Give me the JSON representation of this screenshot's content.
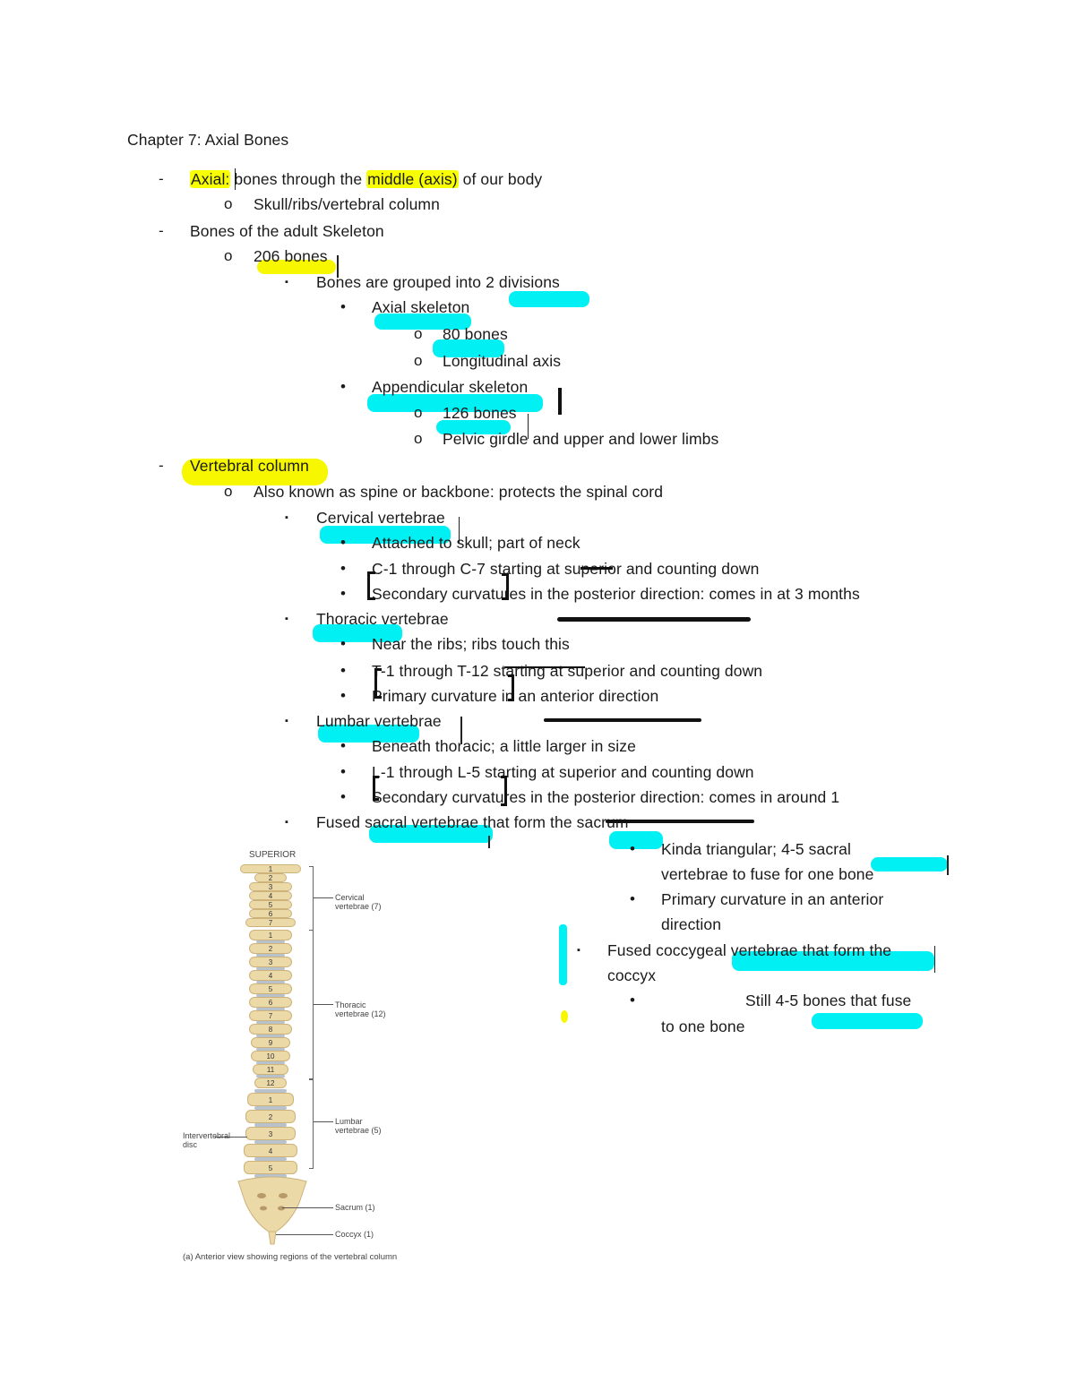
{
  "document": {
    "title": "Chapter 7: Axial Bones",
    "markers": {
      "dash": "-",
      "circle": "o",
      "square": "▪",
      "bullet": "•"
    },
    "sections": {
      "axial": {
        "term": "Axial:",
        "text_before": "bones through the ",
        "highlight": "middle (axis)",
        "text_after": " of our body",
        "sub": "Skull/ribs/vertebral column"
      },
      "adult_skeleton": {
        "heading": "Bones of the adult Skeleton",
        "count": "206 bones",
        "divisions": "Bones are grouped into 2 divisions",
        "axial_skeleton": {
          "label": "Axial skeleton",
          "items": [
            "80 bones",
            "Longitudinal axis"
          ]
        },
        "appendicular_skeleton": {
          "label": "Appendicular skeleton",
          "items": [
            "126 bones",
            "Pelvic girdle and upper and lower limbs"
          ]
        }
      },
      "vertebral_column": {
        "heading": "Vertebral column",
        "description": "Also known as spine or backbone: protects the spinal cord",
        "cervical": {
          "label": "Cervical vertebrae",
          "items": [
            "Attached to skull; part of neck",
            "C-1 through C-7 starting at superior and counting down",
            "Secondary curvatures in the posterior direction: comes in at 3 months"
          ]
        },
        "thoracic": {
          "label": "Thoracic vertebrae",
          "items": [
            "Near the ribs; ribs touch this",
            "T-1 through T-12 starting at superior and counting down",
            "Primary curvature in an anterior direction"
          ]
        },
        "lumbar": {
          "label": "Lumbar vertebrae",
          "items": [
            "Beneath thoracic; a little larger in size",
            "L-1 through L-5 starting at superior and counting down",
            "Secondary curvatures in the posterior direction: comes in around 1"
          ]
        },
        "sacral": {
          "label": "Fused sacral vertebrae that form the sacrum",
          "items": [
            "Kinda triangular; 4-5 sacral",
            "vertebrae to fuse for one bone",
            "Primary curvature in an anterior",
            "direction"
          ]
        },
        "coccygeal": {
          "label_line1": "Fused coccygeal vertebrae that form the",
          "label_line2": "coccyx",
          "items": [
            "Still 4-5 bones that fuse",
            "to one bone"
          ]
        }
      }
    },
    "figure": {
      "top_label": "SUPERIOR",
      "regions": [
        {
          "name": "Cervical",
          "line2": "vertebrae (7)"
        },
        {
          "name": "Thoracic",
          "line2": "vertebrae (12)"
        },
        {
          "name": "Lumbar",
          "line2": "vertebrae (5)"
        },
        {
          "name": "Sacrum (1)"
        },
        {
          "name": "Coccyx (1)"
        }
      ],
      "disc_label_1": "Intervertebral",
      "disc_label_2": "disc",
      "cervical_numbers": [
        "1",
        "2",
        "3",
        "4",
        "5",
        "6",
        "7"
      ],
      "thoracic_numbers": [
        "1",
        "2",
        "3",
        "4",
        "5",
        "6",
        "7",
        "8",
        "9",
        "10",
        "11",
        "12"
      ],
      "lumbar_numbers": [
        "1",
        "2",
        "3",
        "4",
        "5"
      ],
      "caption": "(a) Anterior view showing regions of the vertebral column"
    },
    "annotation_colors": {
      "yellow_highlight": "#f7ff00",
      "cyan_marker": "#00f0f4",
      "ink": "#111111"
    }
  }
}
